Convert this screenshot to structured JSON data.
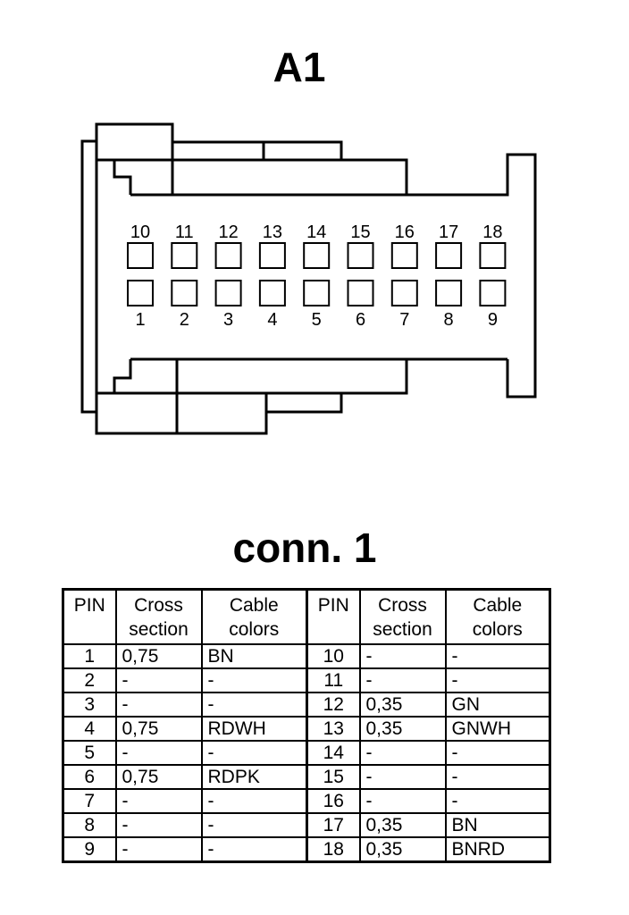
{
  "connector": {
    "title": "A1",
    "top_row_pins": [
      "10",
      "11",
      "12",
      "13",
      "14",
      "15",
      "16",
      "17",
      "18"
    ],
    "bottom_row_pins": [
      "1",
      "2",
      "3",
      "4",
      "5",
      "6",
      "7",
      "8",
      "9"
    ]
  },
  "table": {
    "title": "conn. 1",
    "headers": {
      "pin": "PIN",
      "cross_section": "Cross section",
      "cable_colors": "Cable colors"
    },
    "rows": [
      {
        "left": {
          "pin": "1",
          "cross_section": "0,75",
          "cable_color": "BN"
        },
        "right": {
          "pin": "10",
          "cross_section": "-",
          "cable_color": "-"
        }
      },
      {
        "left": {
          "pin": "2",
          "cross_section": "-",
          "cable_color": "-"
        },
        "right": {
          "pin": "11",
          "cross_section": "-",
          "cable_color": "-"
        }
      },
      {
        "left": {
          "pin": "3",
          "cross_section": "-",
          "cable_color": "-"
        },
        "right": {
          "pin": "12",
          "cross_section": "0,35",
          "cable_color": "GN"
        }
      },
      {
        "left": {
          "pin": "4",
          "cross_section": "0,75",
          "cable_color": "RDWH"
        },
        "right": {
          "pin": "13",
          "cross_section": "0,35",
          "cable_color": "GNWH"
        }
      },
      {
        "left": {
          "pin": "5",
          "cross_section": "-",
          "cable_color": "-"
        },
        "right": {
          "pin": "14",
          "cross_section": "-",
          "cable_color": "-"
        }
      },
      {
        "left": {
          "pin": "6",
          "cross_section": "0,75",
          "cable_color": "RDPK"
        },
        "right": {
          "pin": "15",
          "cross_section": "-",
          "cable_color": "-"
        }
      },
      {
        "left": {
          "pin": "7",
          "cross_section": "-",
          "cable_color": "-"
        },
        "right": {
          "pin": "16",
          "cross_section": "-",
          "cable_color": "-"
        }
      },
      {
        "left": {
          "pin": "8",
          "cross_section": "-",
          "cable_color": "-"
        },
        "right": {
          "pin": "17",
          "cross_section": "0,35",
          "cable_color": "BN"
        }
      },
      {
        "left": {
          "pin": "9",
          "cross_section": "-",
          "cable_color": "-"
        },
        "right": {
          "pin": "18",
          "cross_section": "0,35",
          "cable_color": "BNRD"
        }
      }
    ]
  }
}
